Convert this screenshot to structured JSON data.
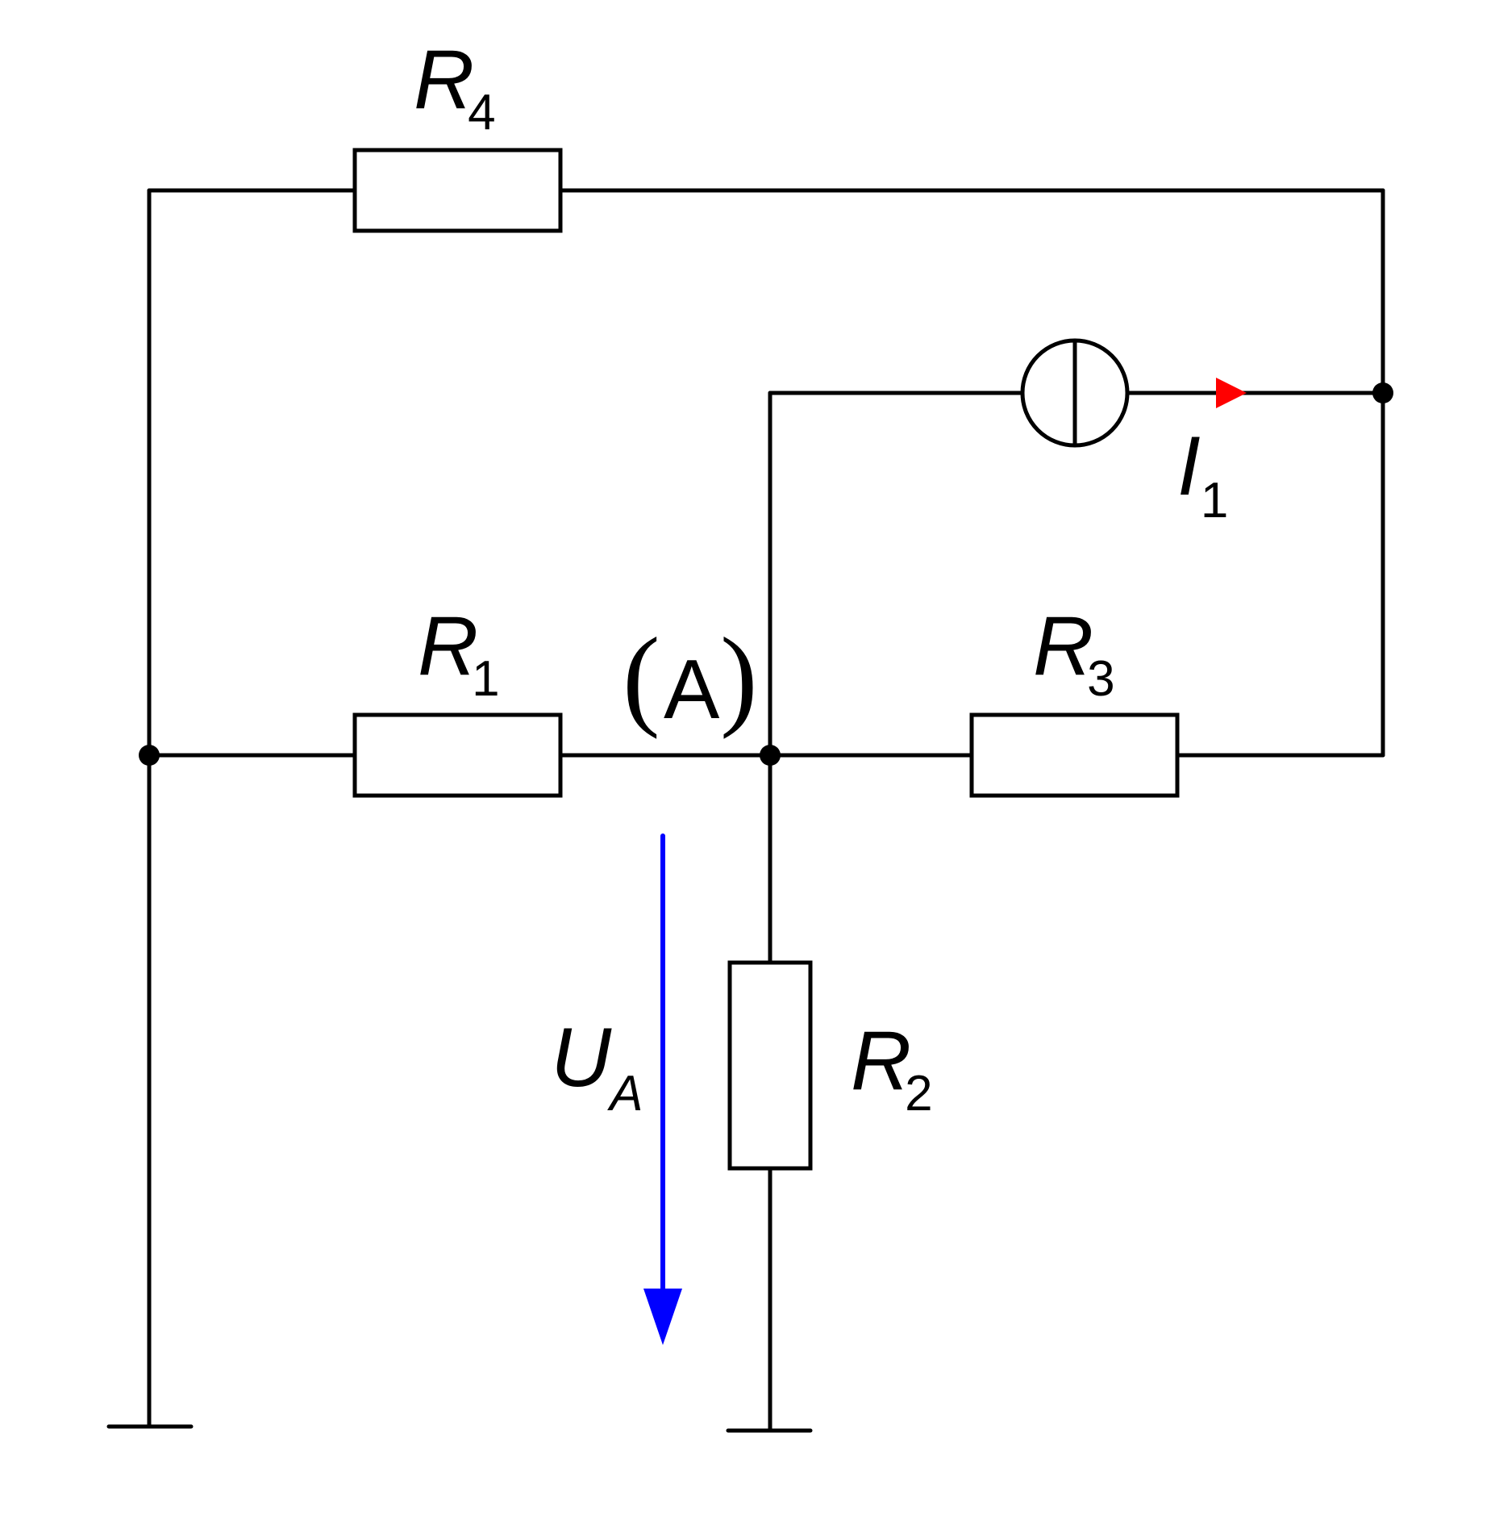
{
  "diagram": {
    "type": "circuit-schematic",
    "colors": {
      "wire": "#000000",
      "current_arrow": "#ff0000",
      "voltage_arrow": "#0000ff",
      "background": "#ffffff"
    },
    "components": {
      "r4": {
        "symbol": "R",
        "index": "4"
      },
      "r1": {
        "symbol": "R",
        "index": "1"
      },
      "r3": {
        "symbol": "R",
        "index": "3"
      },
      "r2": {
        "symbol": "R",
        "index": "2"
      },
      "i1": {
        "symbol": "I",
        "index": "1"
      },
      "ua": {
        "symbol": "U",
        "index": "A"
      }
    },
    "node_a": {
      "open_paren": "(",
      "letter": "A",
      "close_paren": ")"
    },
    "grounds": 2,
    "junction_dots": 3
  }
}
